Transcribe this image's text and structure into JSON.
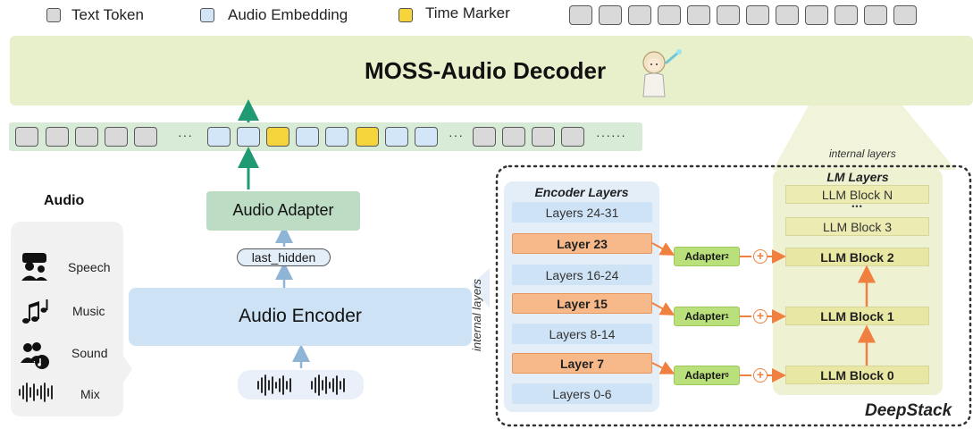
{
  "legend": {
    "text_token": "Text Token",
    "audio_embedding": "Audio Embedding",
    "time_marker": "Time Marker"
  },
  "decoder": {
    "title": "MOSS-Audio Decoder"
  },
  "sequence": {
    "ellipsis_1": "···",
    "ellipsis_2": "···",
    "ellipsis_3": "······"
  },
  "audio_adapter": "Audio Adapter",
  "last_hidden": "last_hidden",
  "audio_encoder": "Audio Encoder",
  "audio_panel": {
    "title": "Audio",
    "items": [
      "Speech",
      "Music",
      "Sound",
      "Mix"
    ]
  },
  "encoder_layers": {
    "title": "Encoder Layers",
    "side_label": "internal layers",
    "layers": [
      "Layers 24-31",
      "Layer 23",
      "Layers 16-24",
      "Layer 15",
      "Layers 8-14",
      "Layer 7",
      "Layers 0-6"
    ]
  },
  "adapters": {
    "prefix": "Adapter",
    "subs": [
      "2",
      "1",
      "0"
    ]
  },
  "llm_layers": {
    "top_label": "internal layers",
    "title": "LM Layers",
    "blocks": [
      "LLM Block N",
      "•••",
      "LLM Block 3",
      "LLM Block 2",
      "LLM Block 1",
      "LLM Block 0"
    ]
  },
  "deepstack": "DeepStack",
  "colors": {
    "text_token": "#d9d9d9",
    "audio_embedding": "#d3e6f7",
    "time_marker": "#f6d53c",
    "decoder_bg": "#e8efcb",
    "adapter_green": "#b9e07a",
    "arrow_orange": "#f08040",
    "arrow_teal": "#1f9a73"
  }
}
